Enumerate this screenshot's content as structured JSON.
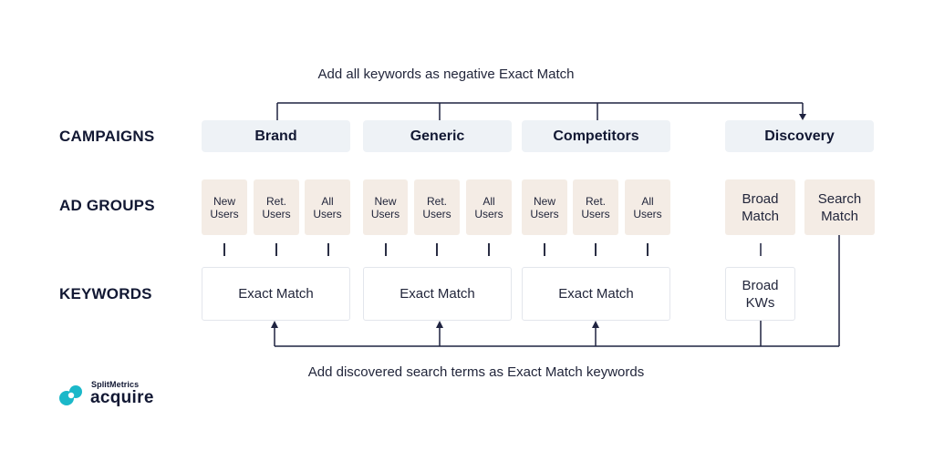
{
  "captions": {
    "top": "Add all keywords as negative Exact Match",
    "bottom": "Add discovered search terms as Exact Match keywords"
  },
  "row_labels": {
    "campaigns": "CAMPAIGNS",
    "ad_groups": "AD GROUPS",
    "keywords": "KEYWORDS"
  },
  "campaigns": [
    "Brand",
    "Generic",
    "Competitors",
    "Discovery"
  ],
  "ad_groups": {
    "brand": [
      "New\nUsers",
      "Ret.\nUsers",
      "All\nUsers"
    ],
    "generic": [
      "New\nUsers",
      "Ret.\nUsers",
      "All\nUsers"
    ],
    "competitors": [
      "New\nUsers",
      "Ret.\nUsers",
      "All\nUsers"
    ],
    "discovery": [
      "Broad\nMatch",
      "Search\nMatch"
    ]
  },
  "keywords": {
    "brand": "Exact Match",
    "generic": "Exact Match",
    "competitors": "Exact Match",
    "discovery_broad": "Broad\nKWs"
  },
  "logo": {
    "small": "SplitMetrics",
    "large": "acquire"
  },
  "colors": {
    "campaign_box": "#eef2f6",
    "ad_group_box": "#f4ece5",
    "line": "#1f2340",
    "logo_accent": "#1bb8c9"
  }
}
